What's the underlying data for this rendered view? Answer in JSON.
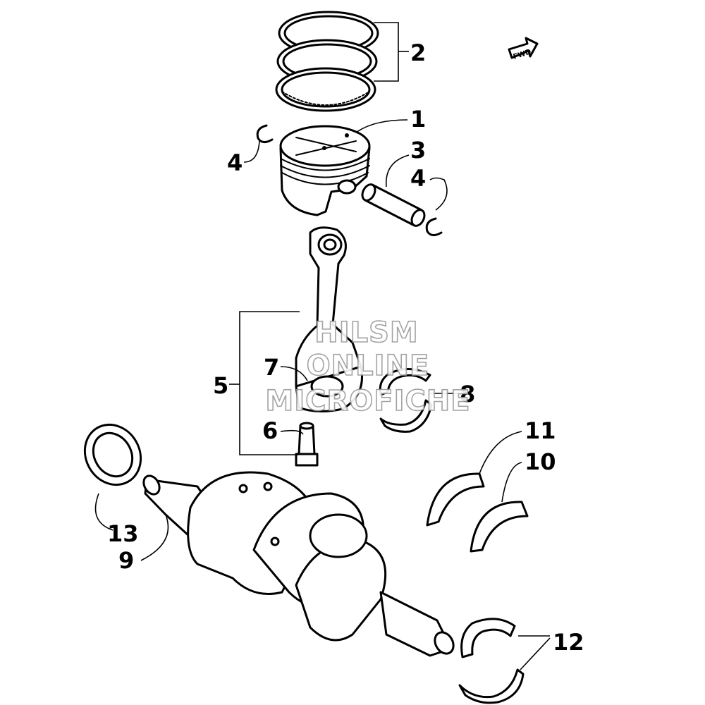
{
  "fwd_arrow": {
    "label": "FWD",
    "icon": "fwd-arrow-icon"
  },
  "callouts": [
    {
      "id": "2",
      "text": "2"
    },
    {
      "id": "1",
      "text": "1"
    },
    {
      "id": "3",
      "text": "3"
    },
    {
      "id": "4a",
      "text": "4"
    },
    {
      "id": "4b",
      "text": "4"
    },
    {
      "id": "7",
      "text": "7"
    },
    {
      "id": "8",
      "text": "8"
    },
    {
      "id": "5",
      "text": "5"
    },
    {
      "id": "6",
      "text": "6"
    },
    {
      "id": "11",
      "text": "11"
    },
    {
      "id": "10",
      "text": "10"
    },
    {
      "id": "13",
      "text": "13"
    },
    {
      "id": "9",
      "text": "9"
    },
    {
      "id": "12",
      "text": "12"
    }
  ],
  "watermark": {
    "line1": "HILSM",
    "line2": "ONLINE",
    "line3": "MICROFICHE"
  },
  "colors": {
    "ink": "#000000",
    "watermark": "#9a9a9a",
    "background": "#ffffff"
  }
}
